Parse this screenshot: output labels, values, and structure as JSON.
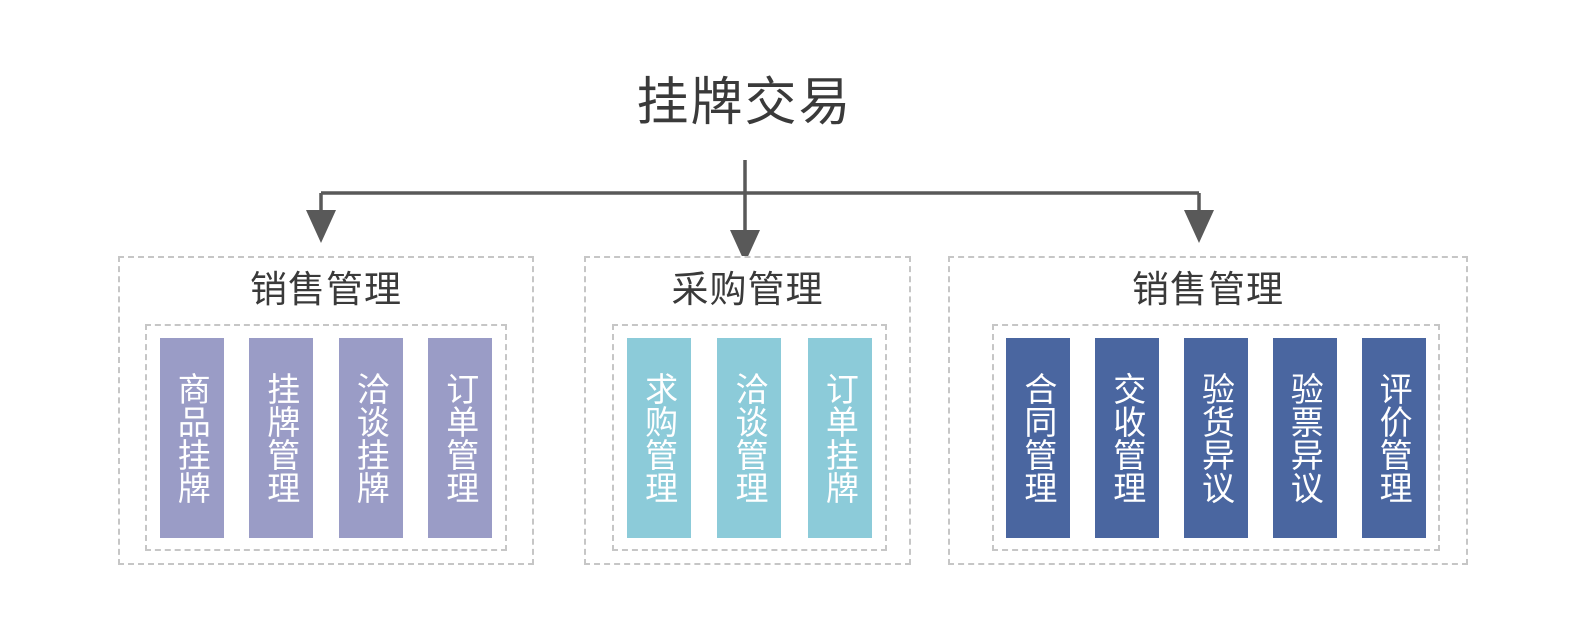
{
  "diagram": {
    "type": "hierarchy",
    "root": {
      "title": "挂牌交易"
    },
    "connector": {
      "style": "orthogonal-elbow",
      "color": "#595959",
      "arrowhead": "filled-triangle",
      "branch_count": 3
    },
    "colors": {
      "background": "#ffffff",
      "title_text": "#3a3a3a",
      "dashed_border": "#c6c6c6",
      "connector_line": "#595959",
      "group_0_card": "#9a9cc6",
      "group_1_card": "#8ccbd9",
      "group_2_card": "#4a66a0",
      "card_text": "#ffffff"
    },
    "groups": [
      {
        "id": "group-0",
        "title": "销售管理",
        "card_color": "#9a9cc6",
        "cards": [
          {
            "label": "商品挂牌"
          },
          {
            "label": "挂牌管理"
          },
          {
            "label": "洽谈挂牌"
          },
          {
            "label": "订单管理"
          }
        ]
      },
      {
        "id": "group-1",
        "title": "采购管理",
        "card_color": "#8ccbd9",
        "cards": [
          {
            "label": "求购管理"
          },
          {
            "label": "洽谈管理"
          },
          {
            "label": "订单挂牌"
          }
        ]
      },
      {
        "id": "group-2",
        "title": "销售管理",
        "card_color": "#4a66a0",
        "cards": [
          {
            "label": "合同管理"
          },
          {
            "label": "交收管理"
          },
          {
            "label": "验货异议"
          },
          {
            "label": "验票异议"
          },
          {
            "label": "评价管理"
          }
        ]
      }
    ]
  }
}
